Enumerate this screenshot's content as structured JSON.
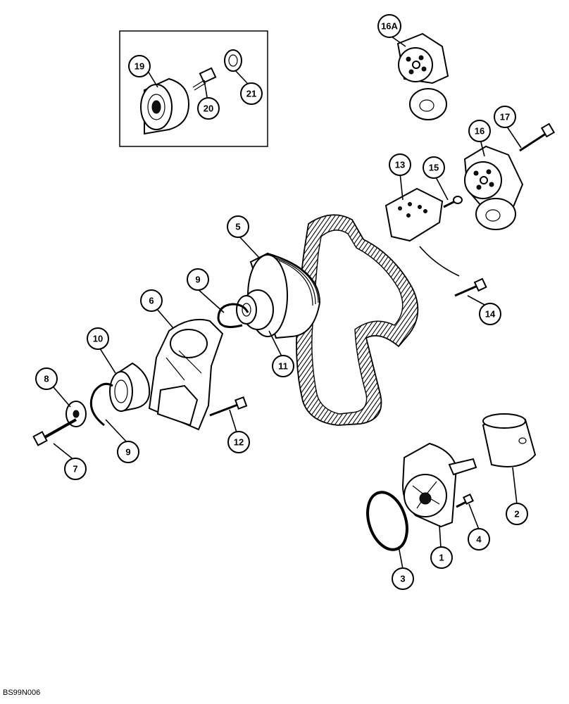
{
  "figure_code": "BS99N006",
  "callouts": {
    "c1": "1",
    "c2": "2",
    "c3": "3",
    "c4": "4",
    "c5": "5",
    "c6": "6",
    "c7": "7",
    "c8": "8",
    "c9a": "9",
    "c9b": "9",
    "c10": "10",
    "c11": "11",
    "c12": "12",
    "c13": "13",
    "c14": "14",
    "c15": "15",
    "c16": "16",
    "c16a": "16A",
    "c17": "17",
    "c19": "19",
    "c20": "20",
    "c21": "21"
  }
}
